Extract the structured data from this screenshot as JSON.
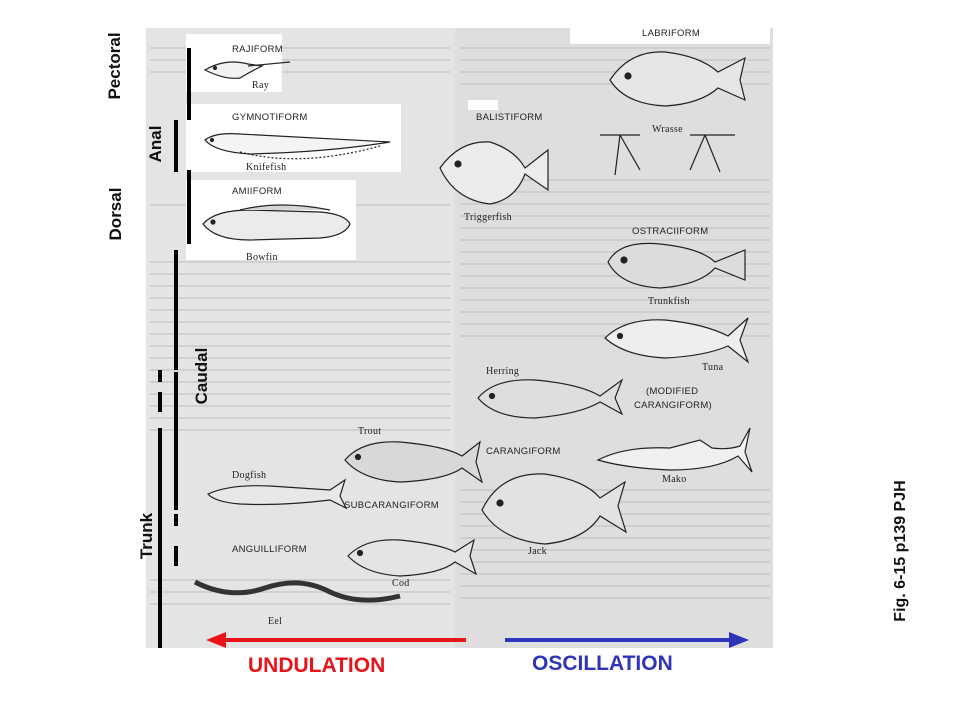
{
  "fin_groups": {
    "pectoral": "Pectoral",
    "anal": "Anal",
    "dorsal": "Dorsal",
    "caudal": "Caudal",
    "trunk": "Trunk"
  },
  "forms": {
    "rajiform": "RAJIFORM",
    "gymnotiform": "GYMNOTIFORM",
    "amiiform": "AMIIFORM",
    "balistiform": "BALISTIFORM",
    "labriform": "LABRIFORM",
    "ostraciiform": "OSTRACIIFORM",
    "modified_carangiform_1": "(MODIFIED",
    "modified_carangiform_2": "CARANGIFORM)",
    "carangiform": "CARANGIFORM",
    "subcarangiform": "SUBCARANGIFORM",
    "anguilliform": "ANGUILLIFORM"
  },
  "species": {
    "ray": "Ray",
    "knifefish": "Knifefish",
    "bowfin": "Bowfin",
    "triggerfish": "Triggerfish",
    "wrasse": "Wrasse",
    "trunkfish": "Trunkfish",
    "tuna": "Tuna",
    "herring": "Herring",
    "mako": "Mako",
    "trout": "Trout",
    "jack": "Jack",
    "dogfish": "Dogfish",
    "cod": "Cod",
    "eel": "Eel"
  },
  "arrows": {
    "undulation": "UNDULATION",
    "oscillation": "OSCILLATION",
    "undulation_color": "#e8141c",
    "oscillation_color": "#2e35b8"
  },
  "caption": "Fig. 6-15 p139 PJH"
}
